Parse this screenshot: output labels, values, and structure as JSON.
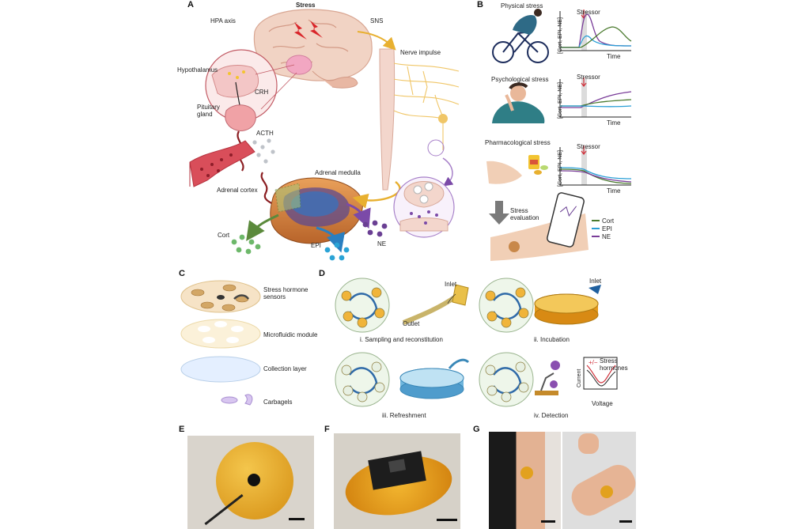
{
  "panels": {
    "a": "A",
    "b": "B",
    "c": "C",
    "d": "D",
    "e": "E",
    "f": "F",
    "g": "G"
  },
  "a": {
    "stress": "Stress",
    "hpa_axis": "HPA axis",
    "sns": "SNS",
    "nerve_impulse": "Nerve impulse",
    "hypothalamus": "Hypothalamus",
    "crh": "CRH",
    "pituitary": "Pituitary\ngland",
    "acth": "ACTH",
    "adrenal_medulla": "Adrenal medulla",
    "adrenal_cortex": "Adrenal cortex",
    "cort": "Cort",
    "epi": "EPI",
    "ne": "NE"
  },
  "b": {
    "physical": "Physical stress",
    "psychological": "Psychological stress",
    "pharmacological": "Pharmacological stress",
    "stressor": "Stressor",
    "ylabel": "[Cort, EPI, NE]",
    "xlabel": "Time",
    "evaluation": "Stress\nevaluation",
    "legend": [
      {
        "name": "Cort",
        "color": "#4a7a2e"
      },
      {
        "name": "EPI",
        "color": "#2a9fd6"
      },
      {
        "name": "NE",
        "color": "#7a3d99"
      }
    ]
  },
  "c": {
    "sensors": "Stress hormone\nsensors",
    "microfluidic": "Microfluidic module",
    "collection": "Collection layer",
    "carbagels": "Carbagels"
  },
  "d": {
    "inlet1": "Inlet",
    "outlet": "Outlet",
    "inlet2": "Inlet",
    "step1": "i. Sampling and reconstitution",
    "step2": "ii. Incubation",
    "step3": "iii. Refreshment",
    "step4": "iv. Detection",
    "pm": "+/−",
    "stress_hormones": "Stress\nhormones",
    "current": "Current",
    "voltage": "Voltage"
  },
  "colors": {
    "cort": "#4a7a2e",
    "epi": "#2a9fd6",
    "ne": "#7a3d99",
    "gold": "#e8a822",
    "ne_arrow": "#7b4aa8"
  }
}
